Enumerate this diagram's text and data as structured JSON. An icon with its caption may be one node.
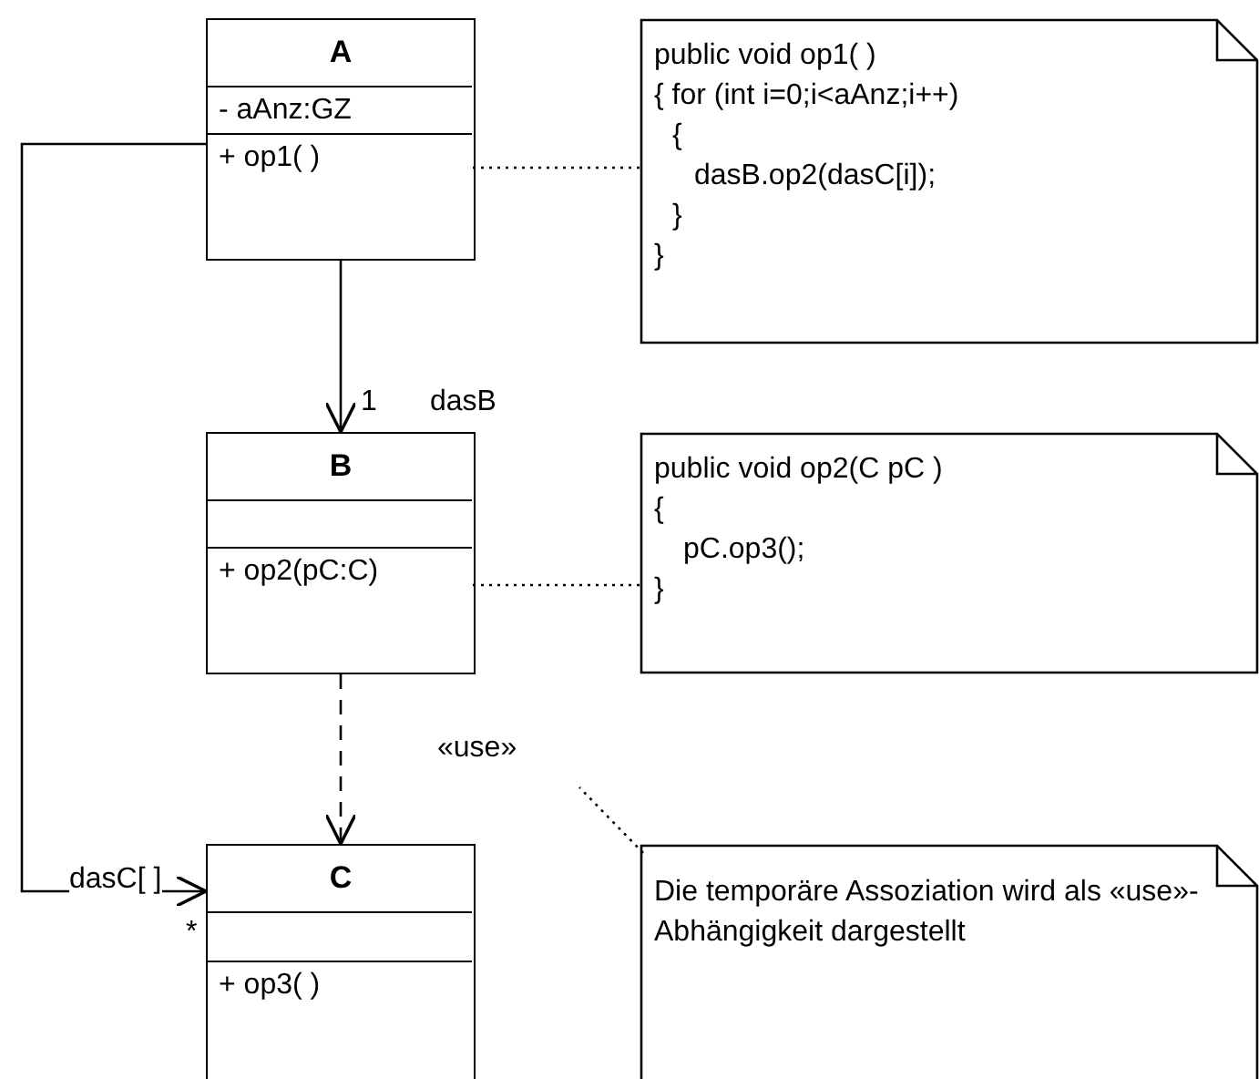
{
  "diagram": {
    "nodes": [
      {
        "text": [
          "A"
        ]
      },
      {
        "text": [
          "- aAnz:GZ"
        ],
        "in": 0
      },
      {
        "text": [
          "+ op1( )"
        ],
        "in": 0
      },
      {
        "text": [
          "public void op1( )",
          "{ for (int i=0;i<aAnz;i++)",
          "{",
          "dasB.op2(dasC[i]);",
          "}",
          "}"
        ]
      },
      {
        "text": [
          "B"
        ]
      },
      {
        "text": [],
        "shape": "box",
        "in": 4
      },
      {
        "text": [
          "+ op2(pC:C)"
        ],
        "in": 4
      },
      {
        "text": [
          "public void op2(C pC )",
          "{",
          "pC.op3();",
          "}"
        ]
      },
      {
        "text": [
          "C"
        ]
      },
      {
        "text": [],
        "shape": "box",
        "in": 8
      },
      {
        "text": [
          "+ op3( )"
        ],
        "in": 8
      },
      {
        "text": [
          "Die temporäre Assoziation wird als «use»-Abhängigkeit dargestellt"
        ]
      }
    ],
    "edges": [
      {
        "from": 0,
        "to": 4,
        "arrow": "to",
        "label": "dasB"
      },
      {
        "from": 0,
        "to": 8,
        "arrow": "to",
        "label": "dasC[ ]"
      },
      {
        "from": 4,
        "to": 8,
        "arrow": "to",
        "label": "«use»",
        "style": "dashed"
      },
      {
        "from": 3,
        "to": 2,
        "arrow": "none",
        "style": "dashed"
      },
      {
        "from": 7,
        "to": 6,
        "arrow": "none",
        "style": "dashed"
      },
      {
        "from": 11,
        "to": null,
        "arrow": "none",
        "style": "dashed"
      }
    ],
    "labels": [
      "1",
      "*"
    ]
  }
}
